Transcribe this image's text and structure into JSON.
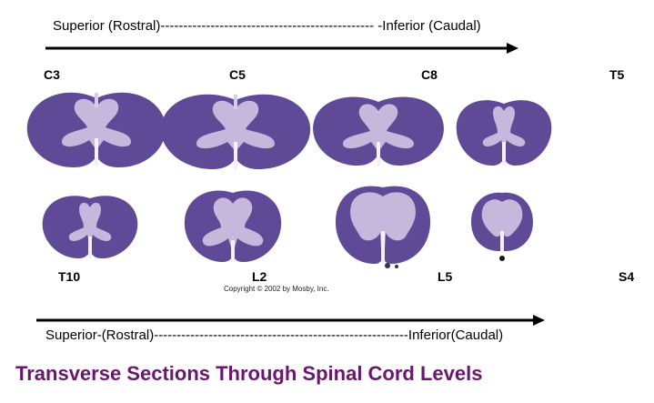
{
  "top_direction": "Superior (Rostral)----------------------------------------------- -Inferior (Caudal)",
  "bottom_direction": "Superior-(Rostral)--------------------------------------------------------Inferior(Caudal)",
  "levels": {
    "c3": "C3",
    "c5": "C5",
    "c8": "C8",
    "t5": "T5",
    "t10": "T10",
    "l2": "L2",
    "l5": "L5",
    "s4": "S4"
  },
  "copyright": "Copyright © 2002 by Mosby, Inc.",
  "title": "Transverse Sections Through Spinal Cord Levels",
  "colors": {
    "white_matter": "#5e4a96",
    "gray_matter": "#c6b8dc",
    "title": "#6a1670",
    "arrow": "#000000"
  }
}
